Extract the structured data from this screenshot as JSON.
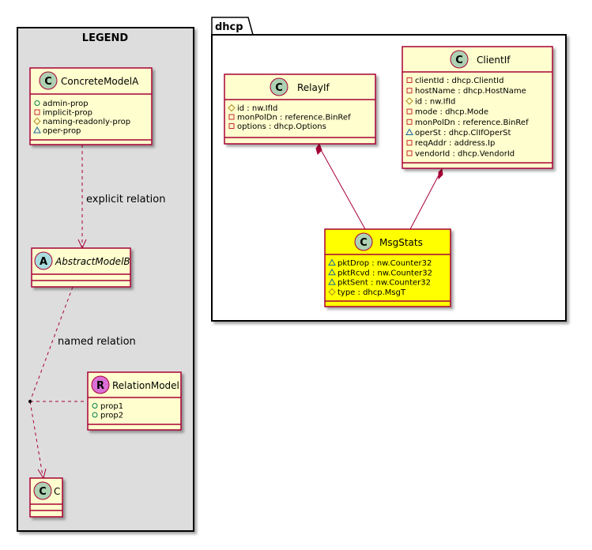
{
  "legend": {
    "title": "LEGEND",
    "concrete_model": {
      "stereo": "C",
      "name": "ConcreteModelA",
      "attrs": [
        {
          "vis": "+",
          "text": "admin-prop"
        },
        {
          "vis": "-",
          "text": "implicit-prop"
        },
        {
          "vis": "#",
          "text": "naming-readonly-prop"
        },
        {
          "vis": "~",
          "text": "oper-prop"
        }
      ]
    },
    "abstract_model": {
      "stereo": "A",
      "name": "AbstractModelB"
    },
    "relation_model": {
      "stereo": "R",
      "name": "RelationModel",
      "attrs": [
        {
          "vis": "+",
          "text": "prop1"
        },
        {
          "vis": "+",
          "text": "prop2"
        }
      ]
    },
    "c_model": {
      "stereo": "C",
      "name": "C"
    },
    "explicit_relation_label": "explicit relation",
    "named_relation_label": "named relation"
  },
  "package": {
    "name": "dhcp",
    "relay": {
      "stereo": "C",
      "name": "RelayIf",
      "attrs": [
        {
          "vis": "#",
          "text": "id : nw.IfId"
        },
        {
          "vis": "-",
          "text": "monPolDn : reference.BinRef"
        },
        {
          "vis": "-",
          "text": "options : dhcp.Options"
        }
      ]
    },
    "client": {
      "stereo": "C",
      "name": "ClientIf",
      "attrs": [
        {
          "vis": "-",
          "text": "clientId : dhcp.ClientId"
        },
        {
          "vis": "-",
          "text": "hostName : dhcp.HostName"
        },
        {
          "vis": "#",
          "text": "id : nw.IfId"
        },
        {
          "vis": "-",
          "text": "mode : dhcp.Mode"
        },
        {
          "vis": "-",
          "text": "monPolDn : reference.BinRef"
        },
        {
          "vis": "~",
          "text": "operSt : dhcp.ClIfOperSt"
        },
        {
          "vis": "-",
          "text": "reqAddr : address.Ip"
        },
        {
          "vis": "-",
          "text": "vendorId : dhcp.VendorId"
        }
      ]
    },
    "msgstats": {
      "stereo": "C",
      "name": "MsgStats",
      "attrs": [
        {
          "vis": "~",
          "text": "pktDrop : nw.Counter32"
        },
        {
          "vis": "~",
          "text": "pktRcvd : nw.Counter32"
        },
        {
          "vis": "~",
          "text": "pktSent : nw.Counter32"
        },
        {
          "vis": "#",
          "text": "type : dhcp.MsgT"
        }
      ]
    }
  },
  "colors": {
    "class_fill": "#FEFECE",
    "class_border": "#A80036",
    "highlight_fill": "#FFFF00",
    "legend_fill": "#DDDDDD",
    "stereo_c": "#ADD1B2",
    "stereo_a": "#A9DCDF",
    "stereo_r": "#DA70D6",
    "edge": "#A80036"
  }
}
